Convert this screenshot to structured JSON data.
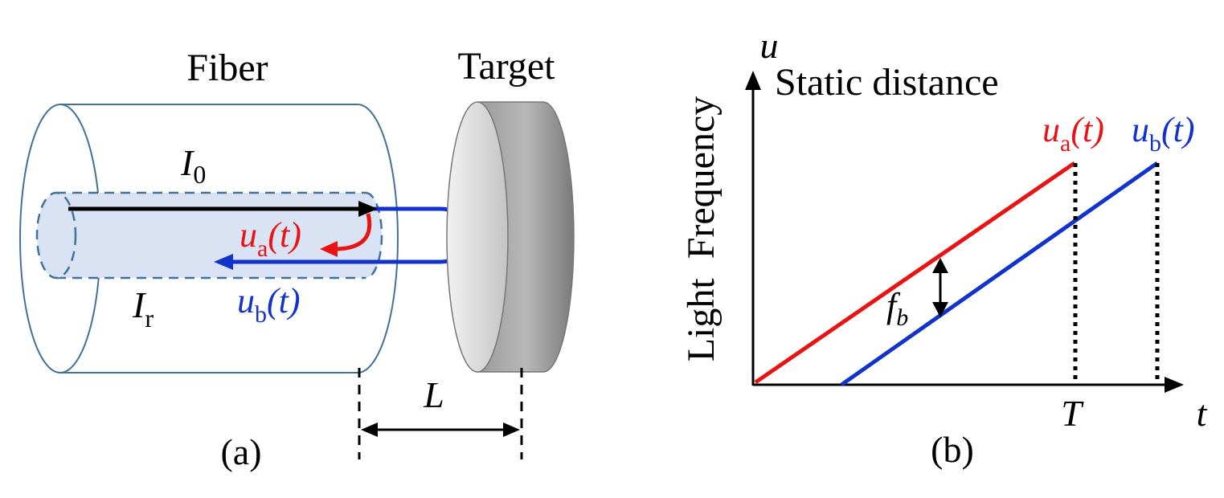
{
  "colors": {
    "fiber_stroke": "#41719c",
    "core_fill": "#dae3f3",
    "red": "#e81313",
    "blue": "#1133cc",
    "black": "#000000",
    "target_dark": "#8a8a8a",
    "target_light": "#d0d0d0"
  },
  "panel_a": {
    "fiber_label": "Fiber",
    "target_label": "Target",
    "i0": {
      "base": "I",
      "sub": "0"
    },
    "ir": {
      "base": "I",
      "sub": "r"
    },
    "ua": {
      "base": "u",
      "sub": "a",
      "arg": "(t)"
    },
    "ub": {
      "base": "u",
      "sub": "b",
      "arg": "(t)"
    },
    "distance_label": "L",
    "caption": "(a)"
  },
  "panel_b": {
    "y_axis_symbol": "u",
    "y_axis_label": "Light  Frequency",
    "title": "Static distance",
    "ua": {
      "base": "u",
      "sub": "a",
      "arg": "(t)"
    },
    "ub": {
      "base": "u",
      "sub": "b",
      "arg": "(t)"
    },
    "beat_label": {
      "base": "f",
      "sub": "b"
    },
    "period_label": "T",
    "x_axis_symbol": "t",
    "caption": "(b)"
  }
}
